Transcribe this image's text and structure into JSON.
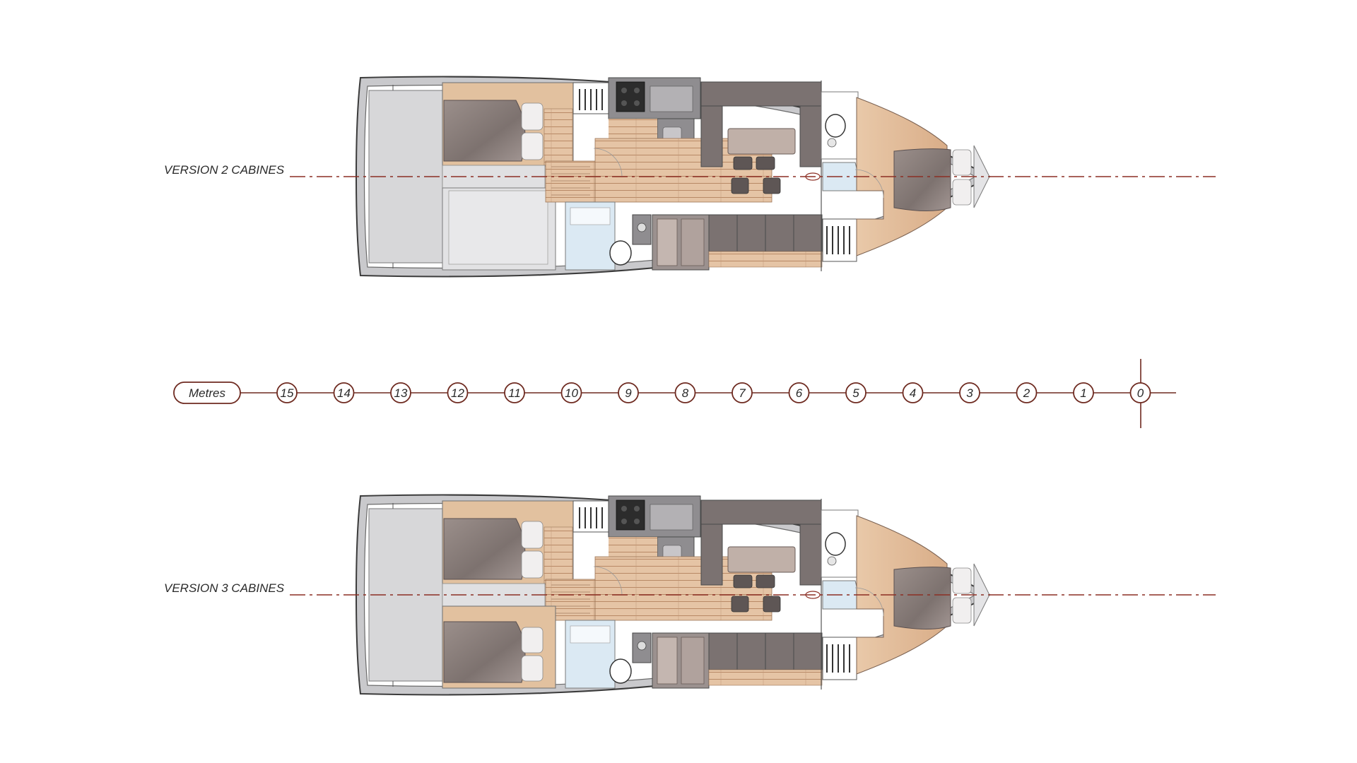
{
  "plans": [
    {
      "label": "VERSION 2 CABINES"
    },
    {
      "label": "VERSION 3 CABINES"
    }
  ],
  "scale": {
    "unit_label": "Metres",
    "ticks": [
      "15",
      "14",
      "13",
      "12",
      "11",
      "10",
      "9",
      "8",
      "7",
      "6",
      "5",
      "4",
      "3",
      "2",
      "1",
      "0"
    ]
  },
  "colors": {
    "hull_outline": "#3a3a3a",
    "deck_grey": "#d6d6d8",
    "cabin_fill": "#8a7f7c",
    "cushion": "#e9e7e7",
    "wood_floor": "#e3c2a3",
    "wood_line": "#b88966",
    "galley_grey": "#8d8b8e",
    "head_blue": "#dbe9f3",
    "accent_red": "#8c2f24",
    "scale_line": "#6e2a20"
  }
}
